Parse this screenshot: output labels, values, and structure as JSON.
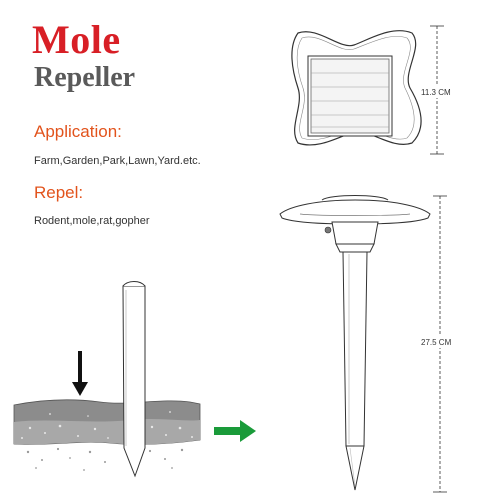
{
  "title": {
    "line1": "Mole",
    "line2": "Repeller"
  },
  "application": {
    "heading": "Application:",
    "text": "Farm,Garden,Park,Lawn,Yard.etc."
  },
  "repel": {
    "heading": "Repel:",
    "text": "Rodent,mole,rat,gopher"
  },
  "dimensions": {
    "top_width": "11.3 CM",
    "height": "27.5 CM"
  },
  "colors": {
    "title_red": "#d81f26",
    "heading_orange": "#e2531c",
    "arrow_green": "#1a9b3a",
    "title_gray": "#5a5a5a"
  },
  "icons": {
    "down_arrow": "down-arrow-icon",
    "right_arrow": "right-arrow-icon"
  }
}
